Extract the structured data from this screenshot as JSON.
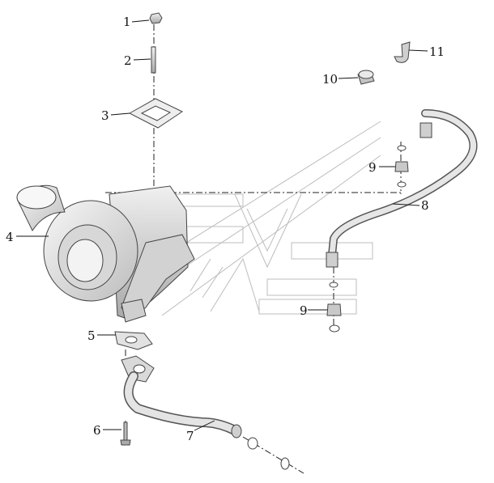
{
  "diagram": {
    "callouts": [
      {
        "id": "c1",
        "text": "1"
      },
      {
        "id": "c2",
        "text": "2"
      },
      {
        "id": "c3",
        "text": "3"
      },
      {
        "id": "c4",
        "text": "4"
      },
      {
        "id": "c5",
        "text": "5"
      },
      {
        "id": "c6",
        "text": "6"
      },
      {
        "id": "c7",
        "text": "7"
      },
      {
        "id": "c8",
        "text": "8"
      },
      {
        "id": "c9a",
        "text": "9"
      },
      {
        "id": "c9b",
        "text": "9"
      },
      {
        "id": "c10",
        "text": "10"
      },
      {
        "id": "c11",
        "text": "11"
      }
    ],
    "colors": {
      "line": "#111111",
      "part_fill": "#e6e6e6",
      "part_shade": "#c9c9c9",
      "watermark": "#bdbdbd"
    }
  }
}
